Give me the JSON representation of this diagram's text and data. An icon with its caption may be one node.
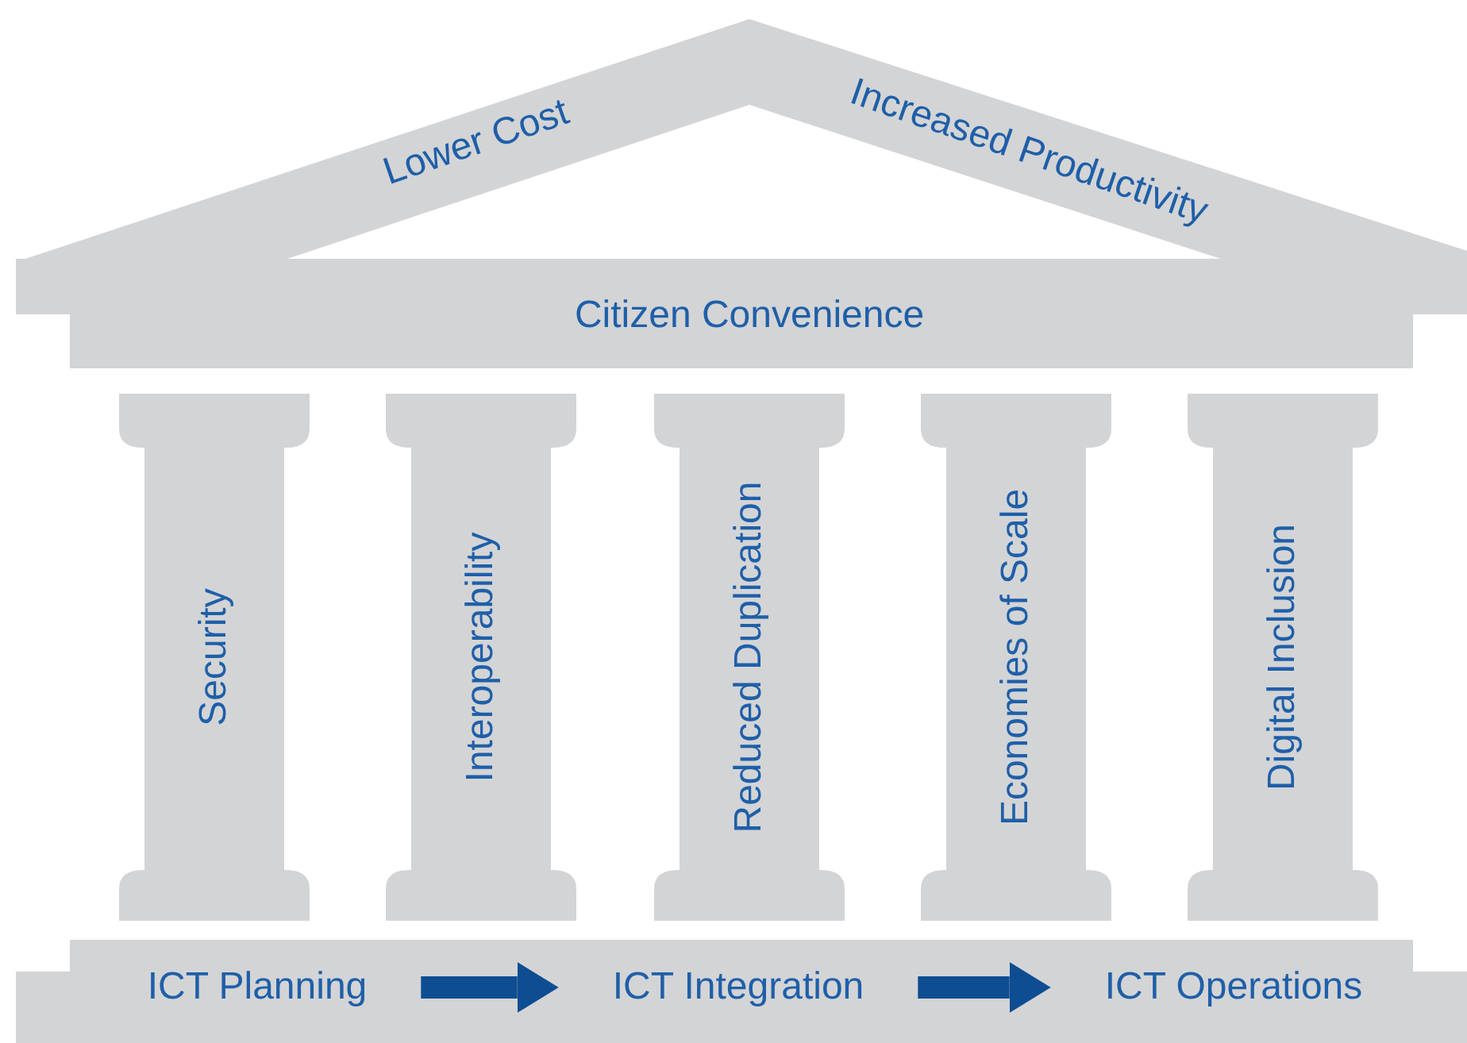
{
  "diagram": {
    "nodes": [
      {
        "text": [
          "Lower Cost",
          "Increased Productivity"
        ]
      },
      {
        "text": [
          "Citizen Convenience"
        ]
      },
      {
        "text": [
          "Security"
        ]
      },
      {
        "text": [
          "Interoperability"
        ]
      },
      {
        "text": [
          "Reduced Duplication"
        ]
      },
      {
        "text": [
          "Economies of Scale"
        ]
      },
      {
        "text": [
          "Digital Inclusion"
        ]
      },
      {
        "text": [],
        "shape": "box"
      },
      {
        "text": [
          "ICT Planning"
        ],
        "in": 7
      },
      {
        "text": [
          "ICT Integration"
        ],
        "in": 7
      },
      {
        "text": [
          "ICT Operations"
        ],
        "in": 7
      }
    ],
    "edges": [
      {
        "from": 8,
        "to": 9,
        "arrow": "to"
      },
      {
        "from": 9,
        "to": 10,
        "arrow": "to"
      }
    ]
  }
}
